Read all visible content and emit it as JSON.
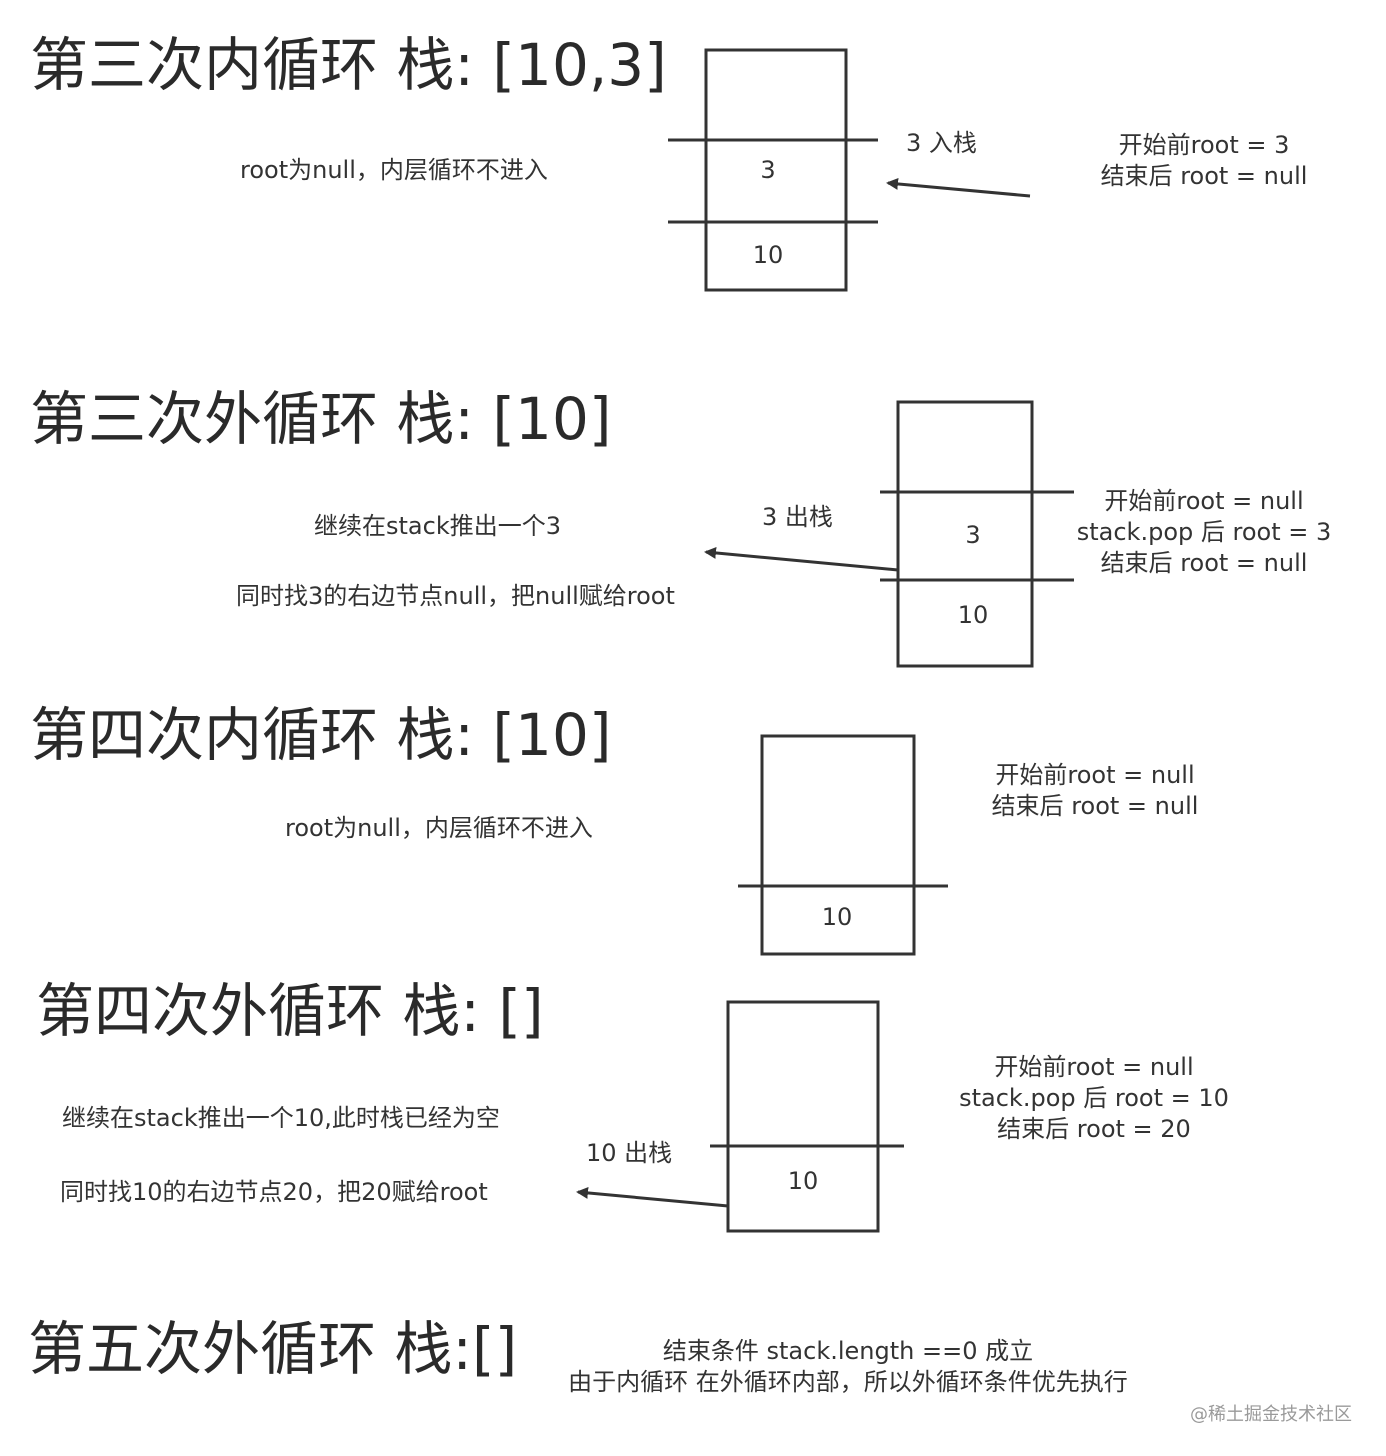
{
  "sections": [
    {
      "title": "第三次内循环 栈: [10,3]",
      "note_left": [
        "root为null，内层循环不进入"
      ],
      "stack_cells": [
        "3",
        "10"
      ],
      "arrow_label": "3 入栈",
      "note_right": [
        "开始前root = 3",
        "结束后 root = null"
      ]
    },
    {
      "title": "第三次外循环 栈: [10]",
      "note_left": [
        "继续在stack推出一个3",
        "同时找3的右边节点null，把null赋给root"
      ],
      "stack_cells": [
        "3",
        "10"
      ],
      "arrow_label": "3 出栈",
      "note_right": [
        "开始前root = null",
        "stack.pop 后 root = 3",
        "结束后 root = null"
      ]
    },
    {
      "title": "第四次内循环 栈: [10]",
      "note_left": [
        "root为null，内层循环不进入"
      ],
      "stack_cells": [
        "10"
      ],
      "note_right": [
        "开始前root = null",
        "结束后 root = null"
      ]
    },
    {
      "title": "第四次外循环 栈: []",
      "note_left": [
        "继续在stack推出一个10,此时栈已经为空",
        "同时找10的右边节点20，把20赋给root"
      ],
      "stack_cells": [
        "10"
      ],
      "arrow_label": "10 出栈",
      "note_right": [
        "开始前root = null",
        "stack.pop 后 root = 10",
        "结束后 root = 20"
      ]
    },
    {
      "title": "第五次外循环 栈:[]",
      "note_center": [
        "结束条件  stack.length ==0 成立",
        "由于内循环 在外循环内部，所以外循环条件优先执行"
      ]
    }
  ],
  "watermark": "@稀土掘金技术社区"
}
